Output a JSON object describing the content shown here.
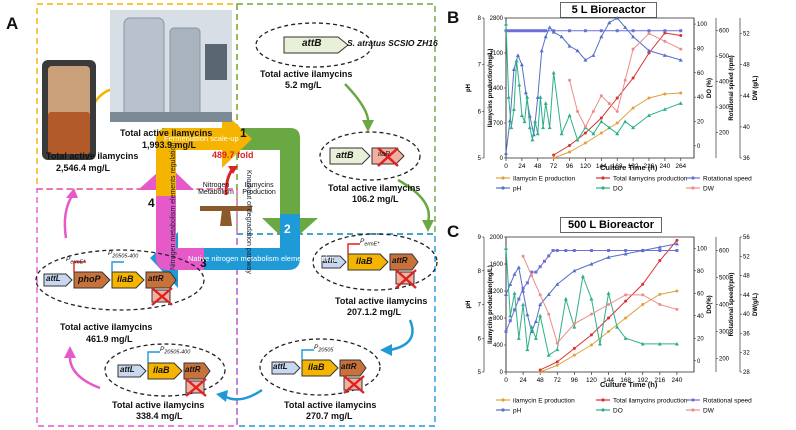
{
  "panelA": {
    "letter": "A",
    "steps": [
      "1",
      "2",
      "3",
      "4"
    ],
    "nodes": {
      "start": {
        "title": "Total active ilamycins",
        "value": "5.2 mg/L",
        "strain": "S. atratus SCSIO ZH16"
      },
      "knockout": {
        "title": "Total active ilamycins",
        "value": "106.2 mg/L"
      },
      "mining1": {
        "title": "Total active ilamycins",
        "value": "207.1.2 mg/L"
      },
      "mining2": {
        "title": "Total active ilamycins",
        "value": "270.7 mg/L"
      },
      "regul1": {
        "title": "Total active ilamycins",
        "value": "338.4 mg/L"
      },
      "regul2": {
        "title": "Total active ilamycins",
        "value": "461.9 mg/L"
      },
      "scale1": {
        "title": "Total active ilamycins",
        "value": "2,546.4 mg/L"
      },
      "scale2": {
        "title": "Total active ilamycins",
        "value": "1,993.9 mg/L"
      }
    },
    "arrow_labels": {
      "s1": "Knockout of degradation pathway",
      "s2": "Native nitrogen metabolism elements mining",
      "s3": "Nitrogen metabolism elements regulation",
      "s4": "Fermentation scale-up"
    },
    "center": {
      "fold": "489.7 fold",
      "left": "Nitrogen Metabolism",
      "right": "Ilamycins Production"
    },
    "genes": {
      "attB": "attB",
      "ilaR": "ilaR",
      "attL": "attL",
      "ilaB": "ilaB",
      "attR": "attR",
      "phoP": "phoP"
    },
    "promoters": {
      "p1": "P<sub>ermE*</sub>",
      "p2": "P<sub>20505-400</sub>",
      "p3": "P<sub>20505</sub>",
      "p4": "P<sub>20505-400</sub>",
      "p5": "P<sub>ermE*</sub>",
      "p6": "P<sub>20505-400</sub>"
    }
  },
  "panelB": {
    "letter": "B",
    "title": "5 L Bioreactor",
    "xlabel": "Culture Time (h)",
    "legend": [
      "Ilamycin E production",
      "Total ilamycins production",
      "Rotational speed",
      "pH",
      "DO",
      "DW"
    ]
  },
  "panelC": {
    "letter": "C",
    "title": "500 L Bioreactor",
    "xlabel": "Culture Time (h)",
    "legend": [
      "ilamycin E production",
      "Total ilamycins production",
      "Rotational speed",
      "pH",
      "DO",
      "DW"
    ]
  },
  "colors": {
    "green": "#6aa843",
    "blue": "#1f9ad6",
    "pink": "#e659c9",
    "orange": "#f5b400",
    "ilaE": "#e0a040",
    "total": "#d93030",
    "rot": "#6f6fd8",
    "ph": "#5570c8",
    "do": "#2db08a",
    "dw": "#ef8b8b"
  },
  "chart_data": [
    {
      "type": "line",
      "title": "5 L Bioreactor",
      "xlabel": "Culture Time (h)",
      "x_ticks": [
        0,
        24,
        48,
        72,
        96,
        120,
        144,
        168,
        192,
        216,
        240,
        264
      ],
      "xlim": [
        0,
        284
      ],
      "axes": {
        "ilamycins": {
          "label": "Ilamycins production(mg/L)",
          "ylim": [
            0,
            2800
          ],
          "ticks": [
            0,
            700,
            1400,
            2100,
            2800
          ]
        },
        "pH": {
          "label": "pH",
          "ylim": [
            5,
            8
          ],
          "ticks": [
            5,
            6,
            7,
            8
          ]
        },
        "DO": {
          "label": "DO (%)",
          "ylim": [
            -10,
            105
          ],
          "ticks": [
            0,
            20,
            40,
            60,
            80,
            100
          ]
        },
        "rpm": {
          "label": "Rotational speed (rpm)",
          "ylim": [
            100,
            650
          ],
          "ticks": [
            200,
            300,
            400,
            500,
            600
          ]
        },
        "DW": {
          "label": "DW (g/L)",
          "ylim": [
            36,
            54
          ],
          "ticks": [
            36,
            40,
            44,
            48,
            52
          ]
        }
      },
      "series": [
        {
          "name": "Ilamycin E production",
          "axis": "ilamycins",
          "x": [
            72,
            96,
            120,
            144,
            168,
            192,
            216,
            240,
            264
          ],
          "y": [
            0,
            120,
            300,
            500,
            700,
            1000,
            1200,
            1280,
            1300
          ]
        },
        {
          "name": "Total ilamycins production",
          "axis": "ilamycins",
          "x": [
            72,
            96,
            120,
            144,
            168,
            192,
            216,
            240,
            264
          ],
          "y": [
            60,
            250,
            500,
            800,
            1200,
            1600,
            2100,
            2500,
            2450
          ]
        },
        {
          "name": "Rotational speed",
          "axis": "rpm",
          "x": [
            0,
            4,
            8,
            12,
            16,
            20,
            24,
            28,
            32,
            36,
            40,
            44,
            48,
            52,
            56,
            60,
            72,
            96,
            120,
            144,
            168,
            192,
            216,
            240,
            264
          ],
          "y": [
            600,
            600,
            600,
            600,
            600,
            600,
            600,
            600,
            600,
            600,
            600,
            600,
            600,
            600,
            600,
            600,
            600,
            600,
            600,
            600,
            600,
            600,
            600,
            600,
            600
          ]
        },
        {
          "name": "pH",
          "axis": "pH",
          "x": [
            0,
            6,
            12,
            18,
            24,
            30,
            36,
            42,
            48,
            54,
            60,
            66,
            72,
            84,
            96,
            108,
            120,
            132,
            144,
            156,
            168,
            180,
            192,
            216,
            240,
            264
          ],
          "y": [
            5.1,
            5.8,
            6.9,
            7.2,
            7.0,
            6.4,
            5.9,
            5.5,
            6.3,
            7.3,
            7.6,
            7.8,
            7.7,
            7.6,
            7.4,
            7.3,
            7.1,
            7.2,
            7.6,
            7.9,
            8.0,
            7.8,
            7.6,
            7.3,
            7.2,
            7.1
          ]
        },
        {
          "name": "DO",
          "axis": "DO",
          "x": [
            0,
            4,
            8,
            12,
            16,
            20,
            24,
            28,
            32,
            36,
            40,
            44,
            48,
            52,
            56,
            60,
            66,
            72,
            84,
            96,
            108,
            120,
            132,
            144,
            156,
            168,
            180,
            192,
            216,
            240,
            264
          ],
          "y": [
            100,
            40,
            15,
            30,
            70,
            50,
            25,
            20,
            40,
            15,
            5,
            20,
            10,
            40,
            15,
            35,
            15,
            60,
            10,
            25,
            5,
            15,
            10,
            20,
            15,
            10,
            20,
            15,
            25,
            30,
            35
          ]
        },
        {
          "name": "DW",
          "axis": "DW",
          "x": [
            96,
            108,
            120,
            132,
            144,
            156,
            168,
            180,
            192,
            216,
            240,
            264
          ],
          "y": [
            46,
            42,
            40,
            42,
            44,
            43,
            42,
            46,
            50,
            52,
            51,
            50
          ]
        }
      ]
    },
    {
      "type": "line",
      "title": "500 L Bioreactor",
      "xlabel": "Culture Time (h)",
      "x_ticks": [
        0,
        24,
        48,
        72,
        96,
        120,
        144,
        168,
        192,
        216,
        240
      ],
      "xlim": [
        0,
        264
      ],
      "axes": {
        "ilamycins": {
          "label": "Ilamycins production(mg/L)",
          "ylim": [
            0,
            2000
          ],
          "ticks": [
            0,
            400,
            800,
            1200,
            1600,
            2000
          ]
        },
        "pH": {
          "label": "pH",
          "ylim": [
            5,
            9
          ],
          "ticks": [
            5,
            6,
            7,
            8,
            9
          ]
        },
        "DO": {
          "label": "DO(%)",
          "ylim": [
            -10,
            110
          ],
          "ticks": [
            0,
            20,
            40,
            60,
            80,
            100
          ]
        },
        "rpm": {
          "label": "Rotational speed(rpm)",
          "ylim": [
            150,
            650
          ],
          "ticks": [
            200,
            300,
            400,
            500,
            600
          ]
        },
        "DW": {
          "label": "DW(g/L)",
          "ylim": [
            28,
            56
          ],
          "ticks": [
            28,
            32,
            36,
            40,
            44,
            48,
            52,
            56
          ]
        }
      },
      "series": [
        {
          "name": "ilamycin E production",
          "axis": "ilamycins",
          "x": [
            48,
            72,
            96,
            120,
            144,
            168,
            192,
            216,
            240
          ],
          "y": [
            0,
            100,
            250,
            400,
            600,
            800,
            1000,
            1150,
            1200
          ]
        },
        {
          "name": "Total ilamycins production",
          "axis": "ilamycins",
          "x": [
            48,
            72,
            96,
            120,
            144,
            168,
            192,
            216,
            240
          ],
          "y": [
            30,
            150,
            350,
            550,
            800,
            1050,
            1300,
            1650,
            1950
          ]
        },
        {
          "name": "Rotational speed",
          "axis": "rpm",
          "x": [
            0,
            6,
            12,
            18,
            24,
            30,
            36,
            42,
            48,
            54,
            60,
            66,
            72,
            84,
            96,
            120,
            144,
            168,
            192,
            216,
            240
          ],
          "y": [
            300,
            340,
            380,
            420,
            460,
            480,
            520,
            520,
            540,
            560,
            580,
            600,
            600,
            600,
            600,
            600,
            600,
            600,
            600,
            600,
            600
          ]
        },
        {
          "name": "pH",
          "axis": "pH",
          "x": [
            0,
            6,
            12,
            18,
            24,
            30,
            36,
            42,
            48,
            60,
            72,
            96,
            120,
            144,
            168,
            192,
            216,
            240
          ],
          "y": [
            7.3,
            7.6,
            7.9,
            8.1,
            7.4,
            6.7,
            6.2,
            6.5,
            7.0,
            7.3,
            7.6,
            8.0,
            8.2,
            8.4,
            8.5,
            8.6,
            8.7,
            8.8
          ]
        },
        {
          "name": "DO",
          "axis": "DO",
          "x": [
            0,
            6,
            12,
            18,
            24,
            30,
            36,
            42,
            48,
            60,
            72,
            84,
            96,
            108,
            120,
            132,
            144,
            156,
            168,
            192,
            216,
            240
          ],
          "y": [
            100,
            40,
            60,
            20,
            50,
            10,
            30,
            20,
            40,
            5,
            10,
            55,
            30,
            75,
            55,
            15,
            60,
            30,
            20,
            15,
            15,
            15
          ]
        },
        {
          "name": "DW",
          "axis": "DW",
          "x": [
            24,
            36,
            48,
            60,
            72,
            96,
            120,
            144,
            168,
            192,
            216,
            240
          ],
          "y": [
            52,
            48,
            44,
            40,
            34,
            38,
            40,
            42,
            44,
            44,
            42,
            41
          ]
        }
      ]
    }
  ]
}
